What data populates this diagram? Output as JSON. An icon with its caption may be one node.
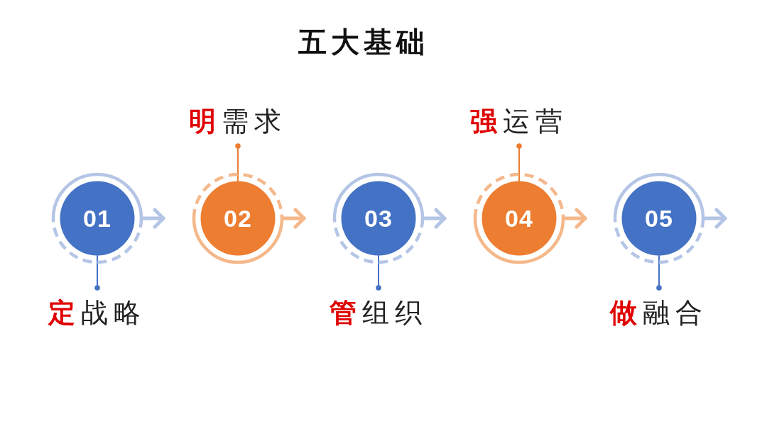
{
  "diagram": {
    "title": "五大基础",
    "nodes": [
      {
        "text": [
          "01"
        ]
      },
      {
        "text": [
          "02"
        ]
      },
      {
        "text": [
          "03"
        ]
      },
      {
        "text": [
          "04"
        ]
      },
      {
        "text": [
          "05"
        ]
      },
      {
        "text": [
          "**定**战略"
        ]
      },
      {
        "text": [
          "**明**需求"
        ]
      },
      {
        "text": [
          "**管**组织"
        ]
      },
      {
        "text": [
          "**强**运营"
        ]
      },
      {
        "text": [
          "**做**融合"
        ]
      }
    ],
    "edges": [
      {
        "from": 0,
        "to": 5,
        "arrow": "other",
        "color": "#4472c4"
      },
      {
        "from": 1,
        "to": 6,
        "arrow": "other",
        "color": "#ed7d31"
      },
      {
        "from": 2,
        "to": 7,
        "arrow": "other",
        "color": "#4472c4"
      },
      {
        "from": 3,
        "to": 8,
        "arrow": "other",
        "color": "#ed7d31"
      },
      {
        "from": 4,
        "to": 9,
        "arrow": "other",
        "color": "#4472c4"
      },
      {
        "from": 0,
        "to": null,
        "arrow": "to",
        "style": "thick",
        "color": "#b4c5e6"
      },
      {
        "from": 1,
        "to": null,
        "arrow": "to",
        "style": "thick",
        "color": "#f5b88a"
      },
      {
        "from": 2,
        "to": null,
        "arrow": "to",
        "style": "thick",
        "color": "#b4c5e6"
      },
      {
        "from": 3,
        "to": null,
        "arrow": "to",
        "style": "thick",
        "color": "#f5b88a"
      },
      {
        "from": 4,
        "to": null,
        "arrow": "to",
        "style": "thick",
        "color": "#b4c5e6"
      }
    ]
  }
}
